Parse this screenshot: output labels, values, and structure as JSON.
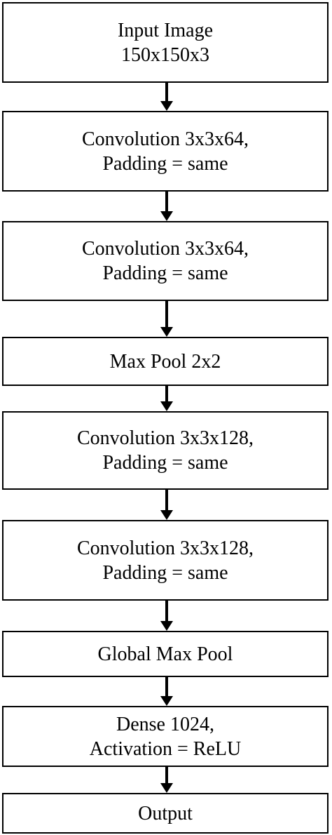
{
  "layers": [
    {
      "lines": [
        "Input Image",
        "150x150x3"
      ]
    },
    {
      "lines": [
        "Convolution 3x3x64,",
        "Padding = same"
      ]
    },
    {
      "lines": [
        "Convolution 3x3x64,",
        "Padding = same"
      ]
    },
    {
      "lines": [
        "Max Pool 2x2"
      ]
    },
    {
      "lines": [
        "Convolution 3x3x128,",
        "Padding = same"
      ]
    },
    {
      "lines": [
        "Convolution 3x3x128,",
        "Padding = same"
      ]
    },
    {
      "lines": [
        "Global Max Pool"
      ]
    },
    {
      "lines": [
        "Dense 1024,",
        "Activation = ReLU"
      ]
    },
    {
      "lines": [
        "Output"
      ]
    }
  ]
}
